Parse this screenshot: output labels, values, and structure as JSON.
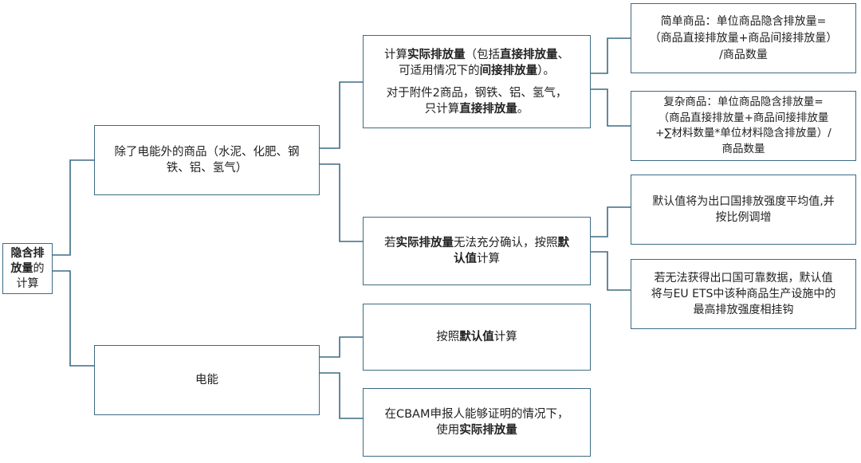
{
  "root": {
    "line1": "隐含排",
    "line2a": "放量",
    "line2b": "的",
    "line3": "计算"
  },
  "branch_goods": {
    "line1": "除了电能外的商品（水泥、化肥、钢",
    "line2": "铁、铝、氢气）"
  },
  "branch_electricity": {
    "label": "电能"
  },
  "actual_emissions": {
    "l1a": "计算",
    "l1b": "实际排放量",
    "l1c": "（包括",
    "l1d": "直接排放量",
    "l1e": "、",
    "l2a": "可适用情况下的",
    "l2b": "间接排放量",
    "l2c": "）。",
    "l3": "对于附件2商品，钢铁、铝、氢气，",
    "l4a": "只计算",
    "l4b": "直接排放量",
    "l4c": "。"
  },
  "default_goods": {
    "l1a": "若",
    "l1b": "实际排放量",
    "l1c": "无法充分确认，按照",
    "l1d": "默",
    "l2a": "认值",
    "l2b": "计算"
  },
  "simple_goods": {
    "l1": "简单商品：单位商品隐含排放量=",
    "l2": "（商品直接排放量+商品间接排放量）",
    "l3": "/商品数量"
  },
  "complex_goods": {
    "l1": "复杂商品：单位商品隐含排放量=",
    "l2": "（商品直接排放量+商品间接排放量",
    "l3": "+∑材料数量*单位材料隐含排放量）/",
    "l4": "商品数量"
  },
  "default_avg": {
    "l1": "默认值将为出口国排放强度平均值,并",
    "l2": "按比例调增"
  },
  "default_highest": {
    "l1": "若无法获得出口国可靠数据，默认值",
    "l2": "将与EU ETS中该种商品生产设施中的",
    "l3": "最高排放强度相挂钩"
  },
  "elec_default": {
    "l1a": "按照",
    "l1b": "默认值",
    "l1c": "计算"
  },
  "elec_actual": {
    "l1": "在CBAM申报人能够证明的情况下，",
    "l2a": "使用",
    "l2b": "实际排放量"
  }
}
